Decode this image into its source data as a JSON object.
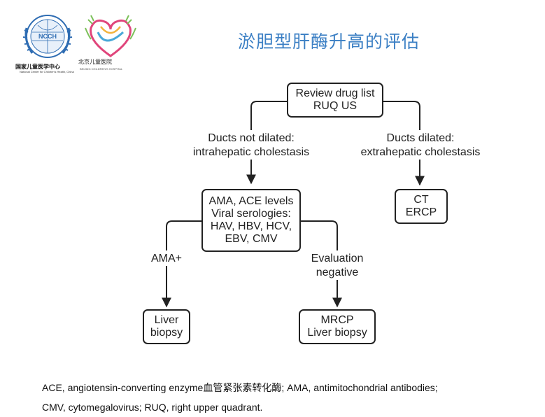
{
  "header": {
    "title": "淤胆型肝酶升高的评估",
    "logo_left_acronym": "NCCH",
    "logo_left_name_cn": "国家儿童医学中心",
    "logo_left_name_en": "National Center for Children's Health, China",
    "logo_right_name_cn": "北京儿童医院",
    "logo_right_name_en": "BEIJING CHILDREN'S HOSPITAL"
  },
  "flowchart": {
    "start": [
      "Review drug list",
      "RUQ US"
    ],
    "branch_left_label": [
      "Ducts not dilated:",
      "intrahepatic cholestasis"
    ],
    "branch_right_label": [
      "Ducts dilated:",
      "extrahepatic cholestasis"
    ],
    "tests_box": [
      "AMA, ACE levels",
      "Viral serologies:",
      "HAV, HBV, HCV,",
      "EBV, CMV"
    ],
    "imaging_box": [
      "CT",
      "ERCP"
    ],
    "ama_label": "AMA+",
    "neg_label": [
      "Evaluation",
      "negative"
    ],
    "liver_biopsy_box": [
      "Liver",
      "biopsy"
    ],
    "mrcp_box": [
      "MRCP",
      "Liver biopsy"
    ]
  },
  "footer": {
    "line1": "ACE, angiotensin-converting enzyme血管紧张素转化酶; AMA, antimitochondrial antibodies;",
    "line2": "CMV, cytomegalovirus; RUQ, right upper quadrant."
  },
  "colors": {
    "title": "#3b7fc4",
    "logo_blue": "#2f6db3"
  }
}
